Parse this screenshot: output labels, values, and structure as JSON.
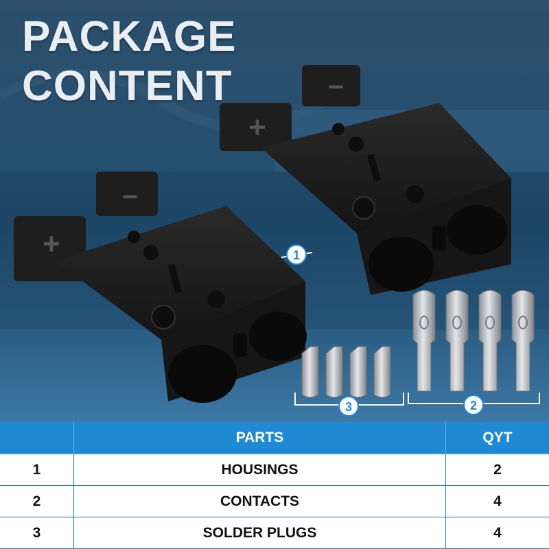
{
  "title": {
    "line1": "PACKAGE",
    "line2": "CONTENT"
  },
  "callouts": {
    "housings": "1",
    "contacts": "2",
    "solder_plugs": "3"
  },
  "housing_markings": {
    "plus": "+",
    "minus": "−"
  },
  "table": {
    "headers": {
      "index": "",
      "parts": "PARTS",
      "qty": "QYT"
    },
    "rows": [
      {
        "index": "1",
        "part": "HOUSINGS",
        "qty": "2"
      },
      {
        "index": "2",
        "part": "CONTACTS",
        "qty": "4"
      },
      {
        "index": "3",
        "part": "SOLDER PLUGS",
        "qty": "4"
      }
    ]
  },
  "colors": {
    "accent": "#1f8ad3",
    "table_border": "#1f7fc4",
    "title": "#e9eef2",
    "connector": "#1b1b1b",
    "metal": "#b9bcc0"
  }
}
